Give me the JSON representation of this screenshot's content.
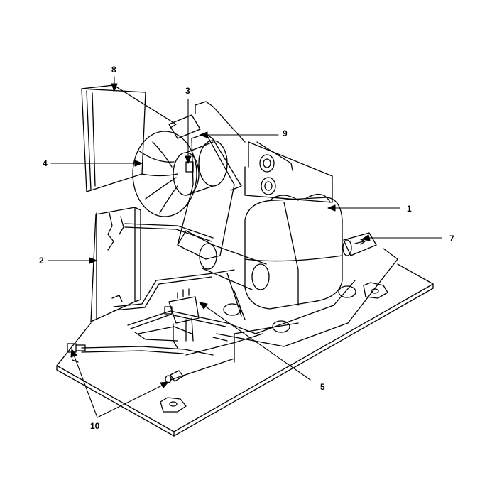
{
  "callouts": {
    "c1": "1",
    "c2": "2",
    "c3": "3",
    "c4": "4",
    "c5": "5",
    "c7": "7",
    "c8": "8",
    "c9": "9",
    "c10": "10"
  },
  "colors": {
    "ink": "#000000",
    "paper": "#ffffff"
  }
}
